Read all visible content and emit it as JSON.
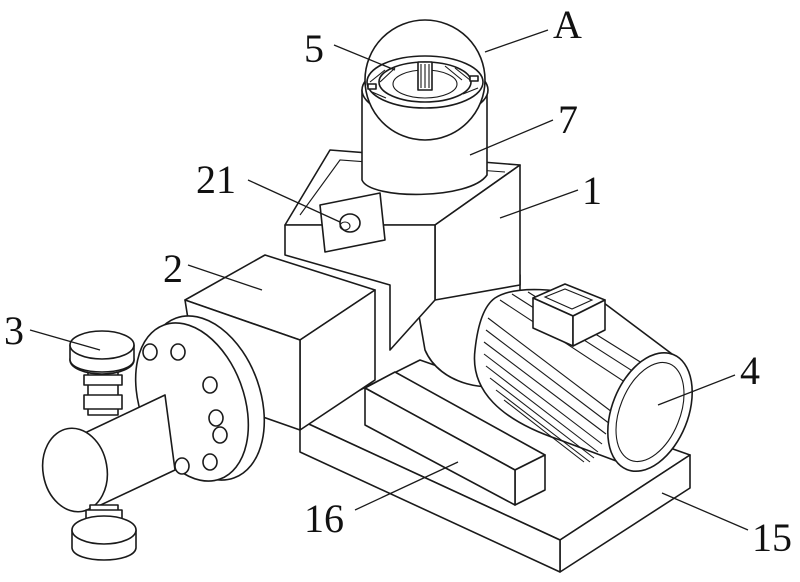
{
  "callouts": {
    "label_5": "5",
    "label_A": "A",
    "label_7": "7",
    "label_21": "21",
    "label_1": "1",
    "label_2": "2",
    "label_3": "3",
    "label_4": "4",
    "label_16": "16",
    "label_15": "15"
  },
  "colors": {
    "line": "#1a1a1a",
    "fill": "#ffffff"
  }
}
